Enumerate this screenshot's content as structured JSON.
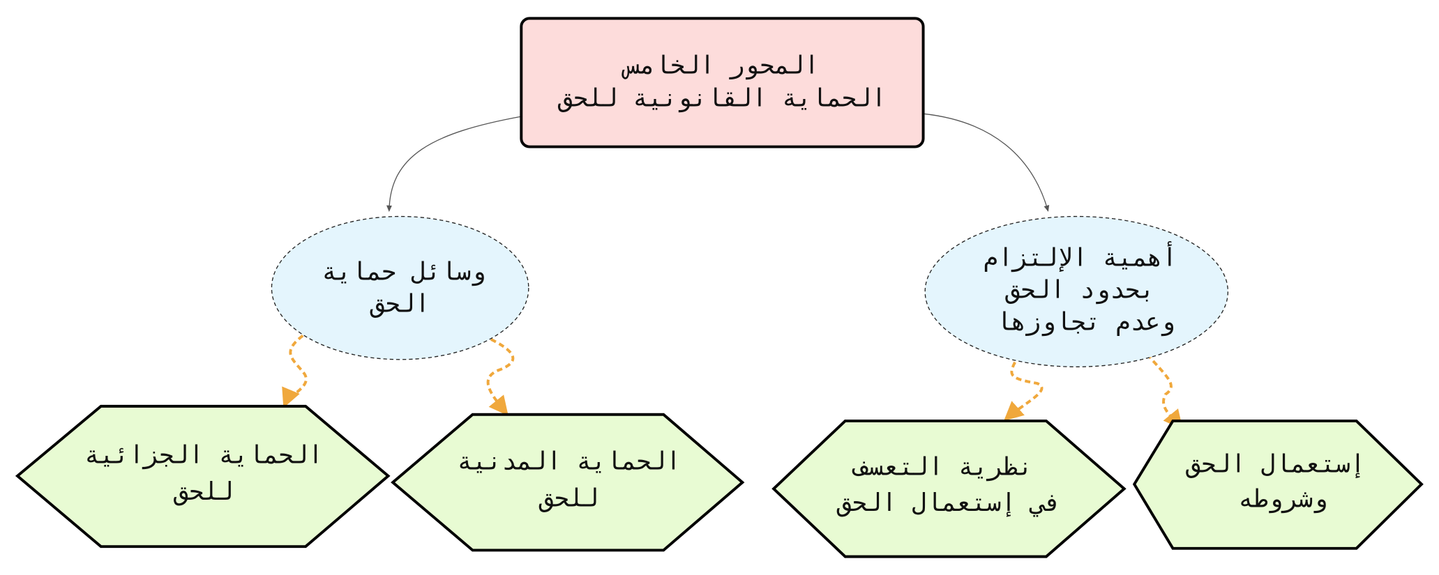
{
  "root": {
    "lines": [
      "المحور الخامس",
      "الحماية القانونية للحق"
    ]
  },
  "branches": [
    {
      "lines": [
        "وسائل حماية",
        "الحق"
      ]
    },
    {
      "lines": [
        "أهمية الإلتزام",
        "بحدود الحق",
        "وعدم تجاوزها"
      ]
    }
  ],
  "leaves": [
    {
      "lines": [
        "الحماية الجزائية",
        "للحق"
      ]
    },
    {
      "lines": [
        "الحماية المدنية",
        "للحق"
      ]
    },
    {
      "lines": [
        "نظرية التعسف",
        "في إستعمال الحق"
      ]
    },
    {
      "lines": [
        "إستعمال الحق",
        "وشروطه"
      ]
    }
  ],
  "colors": {
    "root_fill": "#fddcdb",
    "branch_fill": "#e4f5fd",
    "leaf_fill": "#e8fbd3",
    "dashed_edge": "#f0a83c",
    "edge": "#555555"
  }
}
